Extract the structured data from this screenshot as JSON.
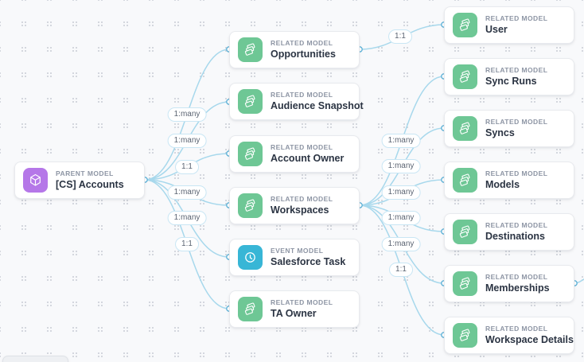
{
  "app": {
    "view": "model relationships diagram"
  },
  "colors": {
    "canvas_background": "#f8f9fb",
    "dot_grid": "#cdd1d8",
    "edge": "#a7d8ec",
    "connector_border": "#62b3d8",
    "pill_border": "#c9e6f4",
    "parent_accent": "#b577e8",
    "related_accent": "#6ec795",
    "event_accent": "#38b6d6"
  },
  "nodes": [
    {
      "type_label": "PARENT MODEL",
      "title": "[CS] Accounts",
      "icon": "cube-icon",
      "accent": "#b577e8"
    },
    {
      "type_label": "RELATED MODEL",
      "title": "Opportunities",
      "icon": "stack-icon",
      "accent": "#6ec795"
    },
    {
      "type_label": "RELATED MODEL",
      "title": "Audience Snapshot",
      "icon": "stack-icon",
      "accent": "#6ec795"
    },
    {
      "type_label": "RELATED MODEL",
      "title": "Account Owner",
      "icon": "stack-icon",
      "accent": "#6ec795"
    },
    {
      "type_label": "RELATED MODEL",
      "title": "Workspaces",
      "icon": "stack-icon",
      "accent": "#6ec795"
    },
    {
      "type_label": "EVENT MODEL",
      "title": "Salesforce Task",
      "icon": "clock-icon",
      "accent": "#38b6d6"
    },
    {
      "type_label": "RELATED MODEL",
      "title": "TA Owner",
      "icon": "stack-icon",
      "accent": "#6ec795"
    },
    {
      "type_label": "RELATED MODEL",
      "title": "User",
      "icon": "stack-icon",
      "accent": "#6ec795"
    },
    {
      "type_label": "RELATED MODEL",
      "title": "Sync Runs",
      "icon": "stack-icon",
      "accent": "#6ec795"
    },
    {
      "type_label": "RELATED MODEL",
      "title": "Syncs",
      "icon": "stack-icon",
      "accent": "#6ec795"
    },
    {
      "type_label": "RELATED MODEL",
      "title": "Models",
      "icon": "stack-icon",
      "accent": "#6ec795"
    },
    {
      "type_label": "RELATED MODEL",
      "title": "Destinations",
      "icon": "stack-icon",
      "accent": "#6ec795"
    },
    {
      "type_label": "RELATED MODEL",
      "title": "Memberships",
      "icon": "stack-icon",
      "accent": "#6ec795"
    },
    {
      "type_label": "RELATED MODEL",
      "title": "Workspace Details",
      "icon": "stack-icon",
      "accent": "#6ec795"
    }
  ],
  "edges": [
    {
      "from": "[CS] Accounts",
      "to": "Opportunities",
      "label": "1:many"
    },
    {
      "from": "[CS] Accounts",
      "to": "Audience Snapshot",
      "label": "1:many"
    },
    {
      "from": "[CS] Accounts",
      "to": "Account Owner",
      "label": "1:1"
    },
    {
      "from": "[CS] Accounts",
      "to": "Workspaces",
      "label": "1:many"
    },
    {
      "from": "[CS] Accounts",
      "to": "Salesforce Task",
      "label": "1:many"
    },
    {
      "from": "[CS] Accounts",
      "to": "TA Owner",
      "label": "1:1"
    },
    {
      "from": "Opportunities",
      "to": "User",
      "label": "1:1"
    },
    {
      "from": "Workspaces",
      "to": "Sync Runs",
      "label": "1:many"
    },
    {
      "from": "Workspaces",
      "to": "Syncs",
      "label": "1:many"
    },
    {
      "from": "Workspaces",
      "to": "Models",
      "label": "1:many"
    },
    {
      "from": "Workspaces",
      "to": "Destinations",
      "label": "1:many"
    },
    {
      "from": "Workspaces",
      "to": "Memberships",
      "label": "1:many"
    },
    {
      "from": "Workspaces",
      "to": "Workspace Details",
      "label": "1:1"
    },
    {
      "from": "Memberships",
      "to": "(offscreen right)",
      "label": ""
    }
  ]
}
